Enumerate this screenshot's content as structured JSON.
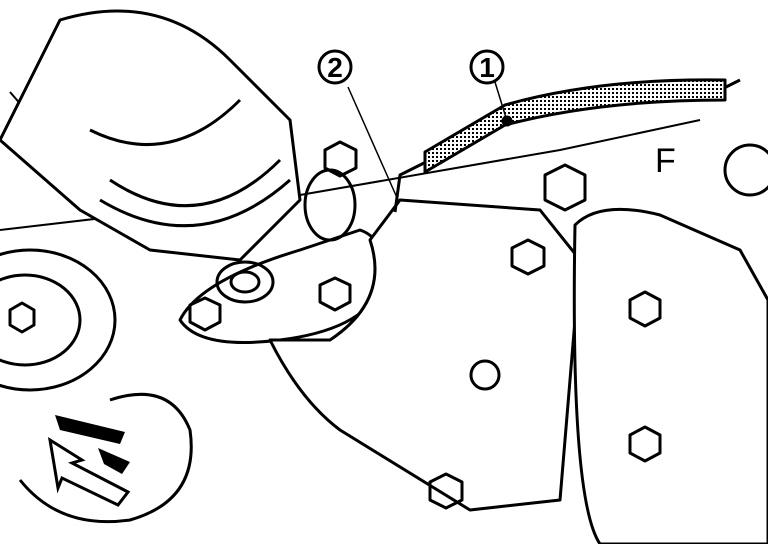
{
  "callouts": [
    {
      "id": "1",
      "label": "1"
    },
    {
      "id": "2",
      "label": "2"
    }
  ],
  "direction_marker": "F",
  "colors": {
    "ink": "#000000",
    "background": "#ffffff"
  }
}
